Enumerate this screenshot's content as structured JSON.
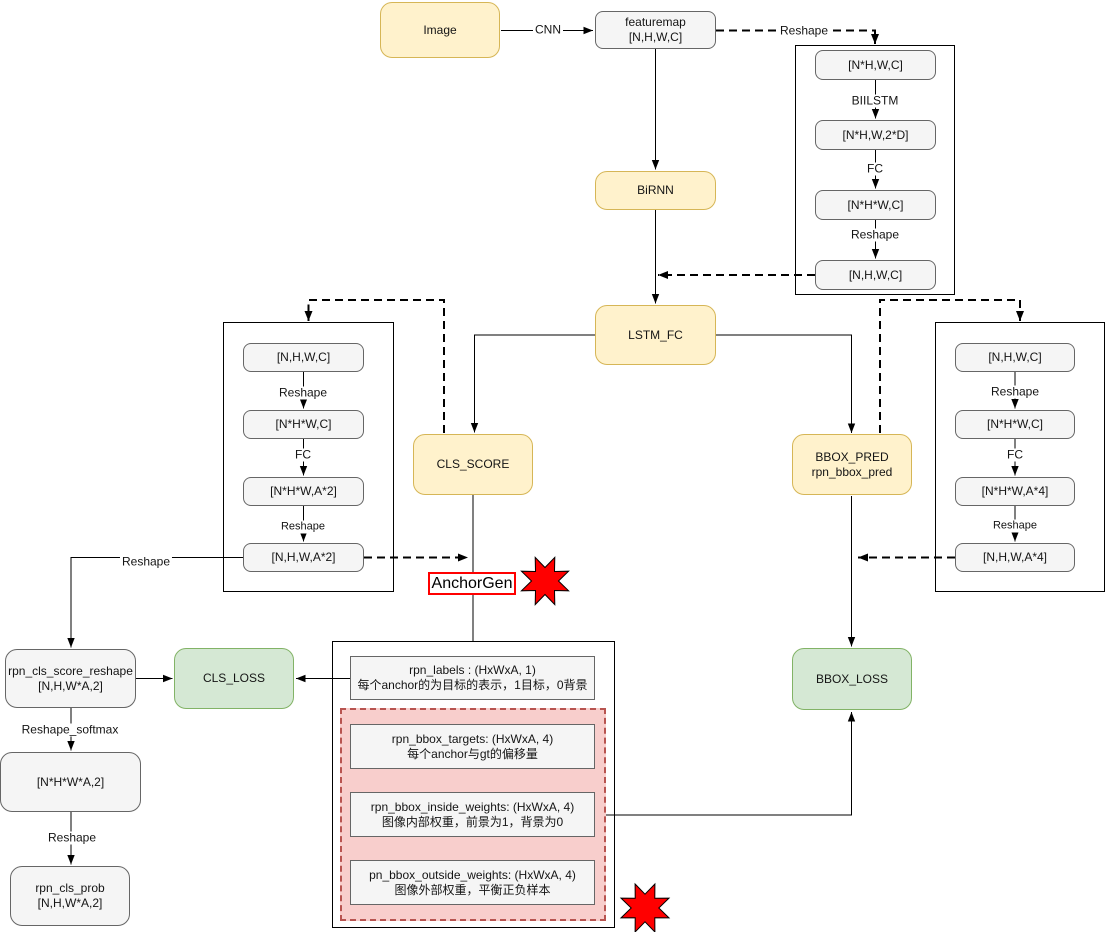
{
  "colors": {
    "yellow_fill": "#FFF2CC",
    "yellow_stroke": "#D6B656",
    "grey_fill": "#F5F5F5",
    "grey_stroke": "#666666",
    "green_fill": "#D5E8D4",
    "green_stroke": "#82B366",
    "pink_fill": "#F8CECC",
    "pink_stroke": "#B85450",
    "group_stroke": "#000000",
    "edge_color": "#000000",
    "star_fill": "#FF0000",
    "anchor_border": "#FF0000"
  },
  "nodes": {
    "image": {
      "label": "Image"
    },
    "featuremap": {
      "lines": [
        "featuremap",
        "[N,H,W,C]"
      ]
    },
    "birnn": {
      "label": "BiRNN"
    },
    "lstm_fc": {
      "label": "LSTM_FC"
    },
    "cls_score": {
      "label": "CLS_SCORE"
    },
    "bbox_pred": {
      "lines": [
        "BBOX_PRED",
        "rpn_bbox_pred"
      ]
    },
    "cls_loss": {
      "label": "CLS_LOSS"
    },
    "bbox_loss": {
      "label": "BBOX_LOSS"
    },
    "rpn_cls_score_reshape": {
      "lines": [
        "rpn_cls_score_reshape",
        "[N,H,W*A,2]"
      ]
    },
    "softmax_tensor": {
      "label": "[N*H*W*A,2]"
    },
    "rpn_cls_prob": {
      "lines": [
        "rpn_cls_prob",
        "[N,H,W*A,2]"
      ]
    },
    "anchor_gen": {
      "label": "AnchorGen"
    },
    "rpn_labels": {
      "lines": [
        "rpn_labels : (HxWxA, 1)",
        "每个anchor的为目标的表示，1目标，0背景"
      ]
    },
    "rpn_bbox_targets": {
      "lines": [
        "rpn_bbox_targets: (HxWxA, 4)",
        "每个anchor与gt的偏移量"
      ]
    },
    "rpn_bbox_inside_weights": {
      "lines": [
        "rpn_bbox_inside_weights: (HxWxA, 4)",
        "图像内部权重，前景为1，背景为0"
      ]
    },
    "pn_bbox_outside_weights": {
      "lines": [
        "pn_bbox_outside_weights: (HxWxA, 4)",
        "图像外部权重，平衡正负样本"
      ]
    }
  },
  "group_top_right": {
    "boxes": [
      "[N*H,W,C]",
      "[N*H,W,2*D]",
      "[N*H*W,C]",
      "[N,H,W,C]"
    ],
    "labels": [
      "BIILSTM",
      "FC",
      "Reshape"
    ]
  },
  "group_left": {
    "boxes": [
      "[N,H,W,C]",
      "[N*H*W,C]",
      "[N*H*W,A*2]",
      "[N,H,W,A*2]"
    ],
    "labels": [
      "Reshape",
      "FC",
      "Reshape"
    ]
  },
  "group_right": {
    "boxes": [
      "[N,H,W,C]",
      "[N*H*W,C]",
      "[N*H*W,A*4]",
      "[N,H,W,A*4]"
    ],
    "labels": [
      "Reshape",
      "FC",
      "Reshape"
    ]
  },
  "edge_labels": {
    "cnn": "CNN",
    "reshape_featuremap": "Reshape",
    "reshape_score": "Reshape",
    "reshape_softmax": "Reshape_softmax",
    "reshape_prob": "Reshape"
  }
}
